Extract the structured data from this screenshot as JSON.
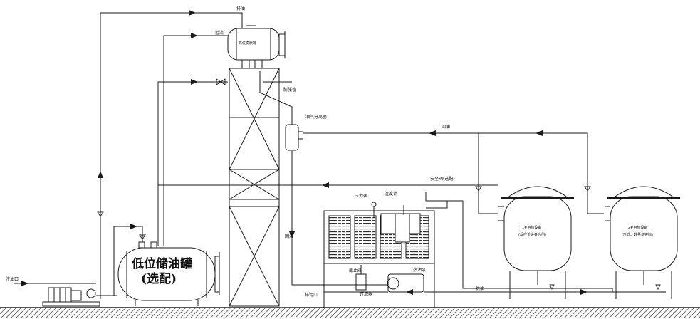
{
  "labels": {
    "exhaust_top": "排油",
    "overflow": "溢流",
    "high_tank": "高位膨胀罐",
    "expansion_pipe": "膨胀管",
    "oil_gas_separator": "油气分离器",
    "return_oil_top": "回油",
    "safety_valve": "安全阀(选配)",
    "pressure_gauge": "压力表",
    "thermometer": "温度计",
    "return_oil_left": "回油",
    "stop_valve": "截止阀",
    "filter": "过滤器",
    "hot_oil_pump": "热油泵",
    "drain_port": "排污口",
    "supply_oil": "供油",
    "oil_inlet": "注油口",
    "low_tank_line1": "低位储油罐",
    "low_tank_line2": "(选配)",
    "equip1_line1": "1#用热设备",
    "equip1_line2": "(反应釜设备为例)",
    "equip2_line1": "2#用热设备",
    "equip2_line2": "(形式、数量依实际)"
  },
  "colors": {
    "line": "#1a1a1a",
    "ground": "#555555"
  },
  "icons": [
    "pump-motor-icon",
    "valve-icon",
    "flow-arrow-icon",
    "ground-hatch-icon"
  ]
}
